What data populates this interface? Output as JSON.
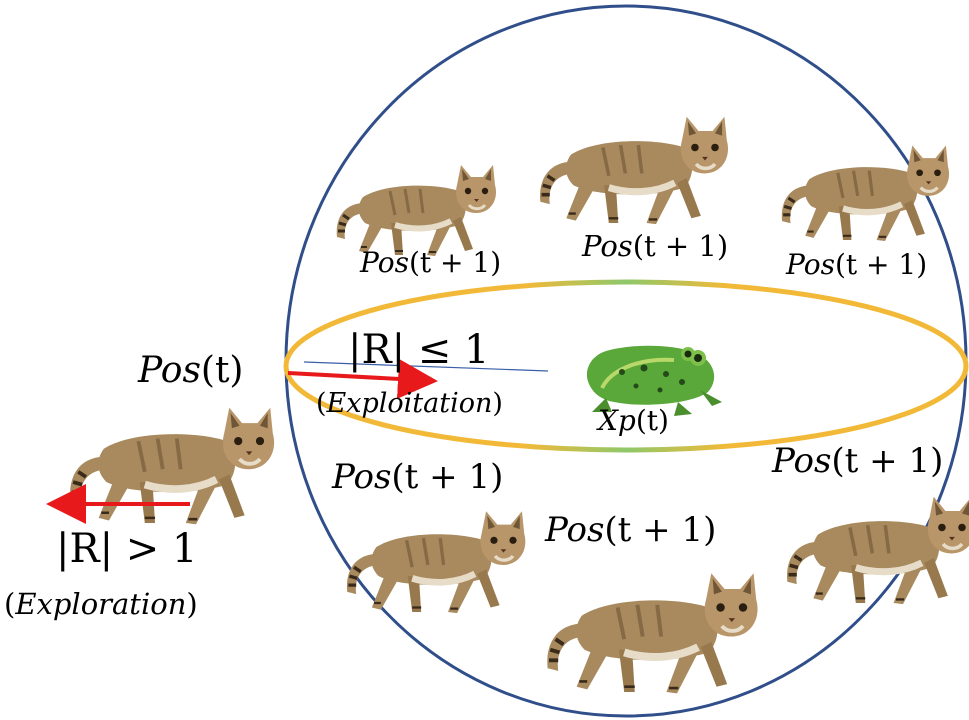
{
  "colors": {
    "outer_circle": "#2f4e8a",
    "inner_ellipse": "#f2b938",
    "ellipse_accent": "#8ec86a",
    "arrow": "#e8191b",
    "divider_line": "#3a5ea8",
    "cat_body": "#a88a5e",
    "cat_stripe": "#3a2a1a",
    "frog_body": "#5aa83a"
  },
  "labels": {
    "pos_t_name": "Pos",
    "pos_t_arg": "(t)",
    "next_name": "Pos",
    "next_arg": "(t + 1)",
    "exploit_cond": "|R| ≤ 1",
    "exploit_open": "(",
    "exploit_word": "Exploitation",
    "exploit_close": ")",
    "explore_cond": "|R| > 1",
    "explore_open": "(",
    "explore_word": "Exploration",
    "explore_close": ")",
    "prey_name": "Xp",
    "prey_arg": "(t)"
  },
  "icons": {
    "cat": "sand-cat-icon",
    "prey": "frog-icon"
  }
}
